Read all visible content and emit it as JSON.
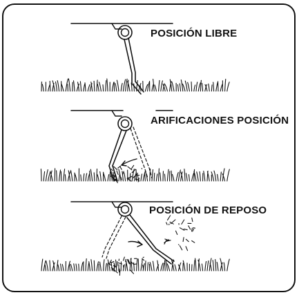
{
  "panels": [
    {
      "id": "libre",
      "label": "POSICIÓN LIBRE"
    },
    {
      "id": "arificaciones",
      "label": "ARIFICACIONES POSICIÓN"
    },
    {
      "id": "reposo",
      "label": "POSICIÓN DE REPOSO"
    }
  ],
  "colors": {
    "ink": "#111111",
    "background": "#ffffff"
  }
}
